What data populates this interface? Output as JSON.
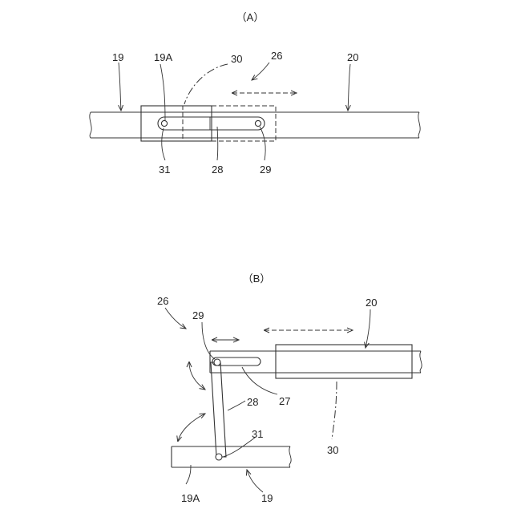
{
  "figure_a": {
    "title": "（A）",
    "labels": {
      "l19": "19",
      "l19a": "19A",
      "l30": "30",
      "l26": "26",
      "l20": "20",
      "l31": "31",
      "l28": "28",
      "l29": "29"
    }
  },
  "figure_b": {
    "title": "（B）",
    "labels": {
      "l26": "26",
      "l29": "29",
      "l20": "20",
      "l27": "27",
      "l28": "28",
      "l31": "31",
      "l30": "30",
      "l19a": "19A",
      "l19": "19"
    }
  }
}
